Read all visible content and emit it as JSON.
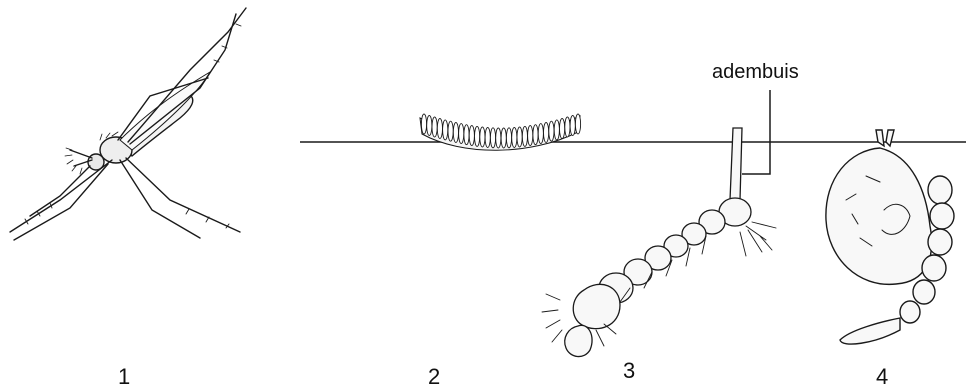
{
  "labels": {
    "fig1": "1",
    "fig2": "2",
    "fig3": "3",
    "fig4": "4",
    "callout": "adembuis"
  },
  "colors": {
    "ink": "#1a1a1a",
    "background": "#ffffff"
  }
}
